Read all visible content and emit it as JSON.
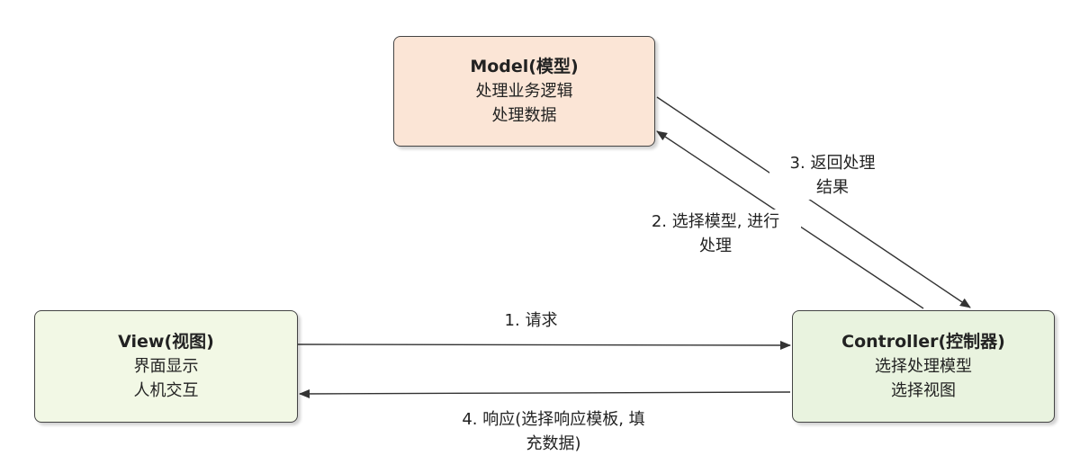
{
  "nodes": {
    "model": {
      "title": "Model(模型)",
      "lines": [
        "处理业务逻辑",
        "处理数据"
      ],
      "fill": "#fbe5d6"
    },
    "view": {
      "title": "View(视图)",
      "lines": [
        "界面显示",
        "人机交互"
      ],
      "fill": "#f2f8e5"
    },
    "controller": {
      "title": "Controller(控制器)",
      "lines": [
        "选择处理模型",
        "选择视图"
      ],
      "fill": "#e9f3df"
    }
  },
  "edges": {
    "request": {
      "label_lines": [
        "1. 请求"
      ]
    },
    "select_model": {
      "label_lines": [
        "2. 选择模型, 进行",
        "处理"
      ]
    },
    "return_result": {
      "label_lines": [
        "3. 返回处理",
        "结果"
      ]
    },
    "response": {
      "label_lines": [
        "4. 响应(选择响应模板, 填",
        "充数据)"
      ]
    }
  },
  "colors": {
    "stroke": "#333333",
    "border": "#444444"
  }
}
